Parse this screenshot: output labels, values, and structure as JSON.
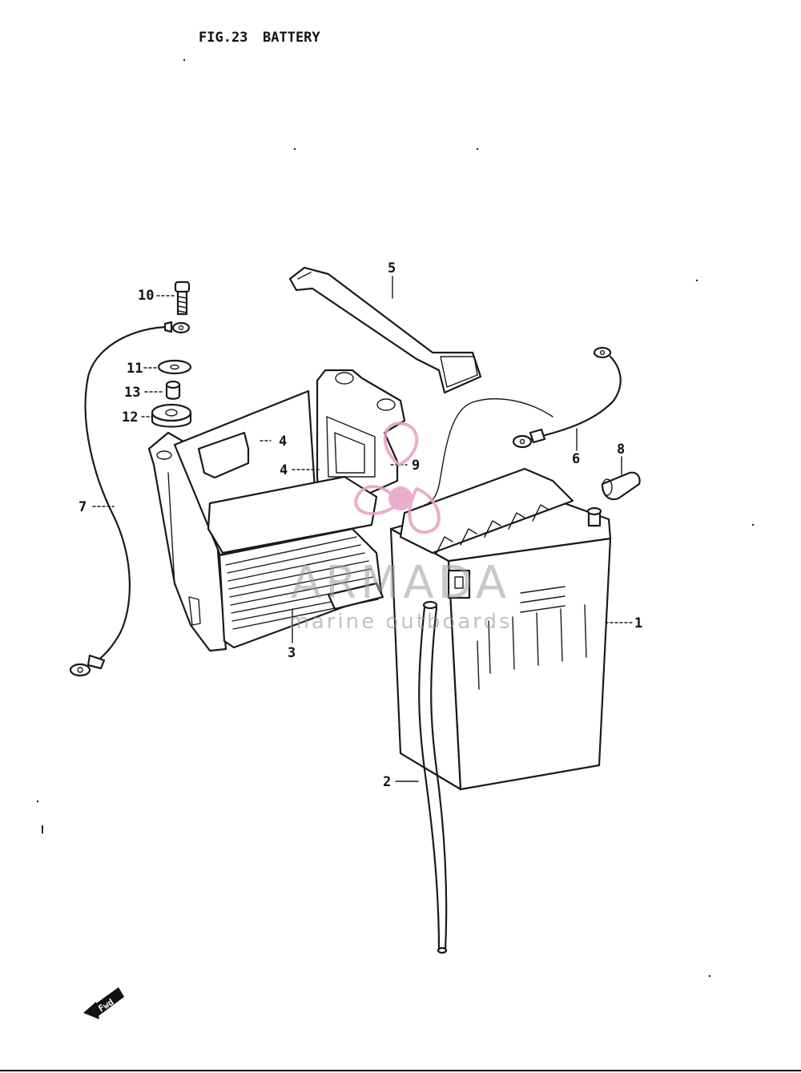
{
  "figure": {
    "number_label": "FIG.23",
    "title": "BATTERY"
  },
  "callouts": {
    "c1": "1",
    "c2": "2",
    "c3": "3",
    "c4a": "4",
    "c4b": "4",
    "c5": "5",
    "c6": "6",
    "c7": "7",
    "c8": "8",
    "c9": "9",
    "c10": "10",
    "c11": "11",
    "c12": "12",
    "c13": "13"
  },
  "watermark": {
    "brand": "ARMADA",
    "tagline": "marine outboards",
    "logo_color": "#e89fc4"
  },
  "direction_marker": {
    "text": "Fwd"
  }
}
